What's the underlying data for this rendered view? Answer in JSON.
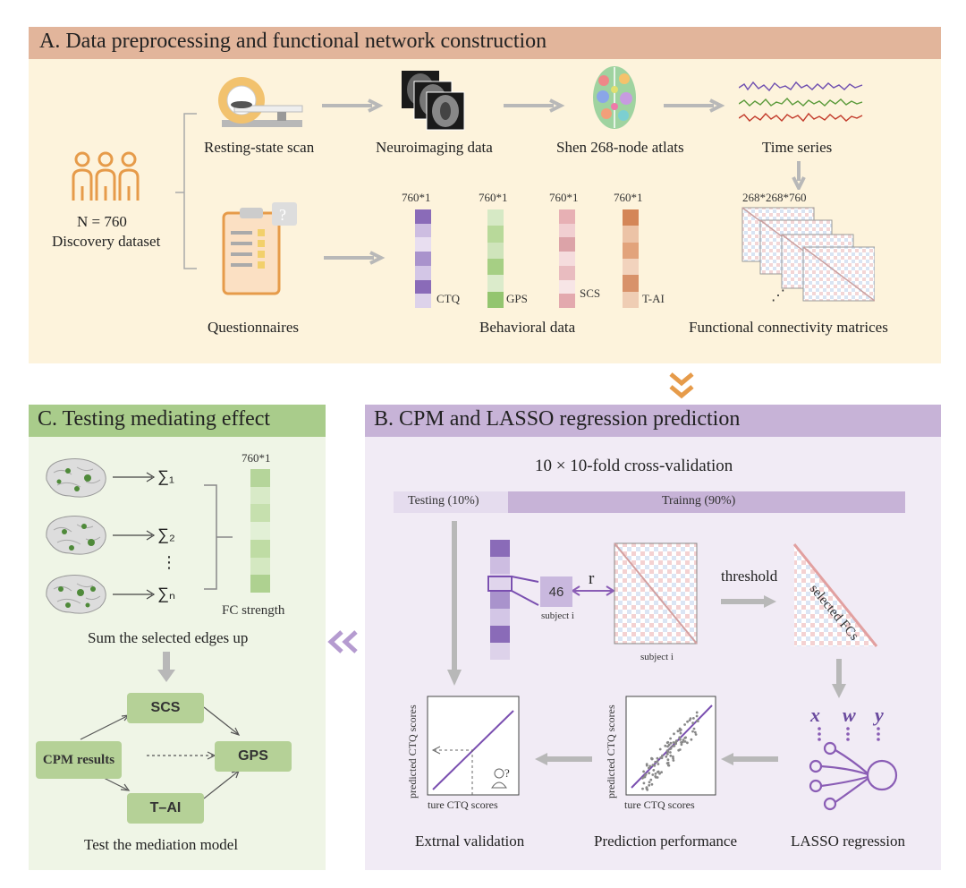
{
  "panelA": {
    "title": "A. Data preprocessing and functional network construction",
    "sample_n": "N = 760",
    "sample_desc": "Discovery dataset",
    "resting_scan": "Resting-state scan",
    "neuroimaging": "Neuroimaging data",
    "atlas": "Shen 268-node atlats",
    "time_series": "Time series",
    "fc_dims": "268*268*760",
    "questionnaires": "Questionnaires",
    "behavioral": "Behavioral data",
    "fc_matrices": "Functional connectivity matrices",
    "vectors": [
      {
        "dims": "760*1",
        "name": "CTQ"
      },
      {
        "dims": "760*1",
        "name": "GPS"
      },
      {
        "dims": "760*1",
        "name": "SCS"
      },
      {
        "dims": "760*1",
        "name": "T-AI"
      }
    ],
    "ellipsis": "⋰"
  },
  "panelB": {
    "title": "B. CPM  and LASSO regression prediction",
    "cv": "10 × 10-fold cross-validation",
    "testing": "Testing (10%)",
    "training": "Trainng (90%)",
    "score_value": "46",
    "subject_label": "subject i",
    "r_label": "r",
    "threshold": "threshold",
    "selected_fcs": "selected FCs",
    "ext_ylabel": "predicted CTQ scores",
    "ext_xlabel": "ture CTQ scores",
    "pred_ylabel": "predicted CTQ scores",
    "pred_xlabel": "ture CTQ scores",
    "lasso_x": "x",
    "lasso_w": "w",
    "lasso_y": "y",
    "unknown_mark": "?",
    "ext_validation": "Extrnal validation",
    "pred_performance": "Prediction performance",
    "lasso": "LASSO regression"
  },
  "panelC": {
    "title": "C. Testing mediating effect",
    "sum_labels": [
      "∑₁",
      "∑₂",
      "∑ₙ"
    ],
    "dots": "⋮",
    "vec_dims": "760*1",
    "fc_strength": "FC strength",
    "sum_edges": "Sum the selected edges up",
    "scs": "SCS",
    "gps": "GPS",
    "tai": "T–AI",
    "cpm": "CPM results",
    "test_mediation": "Test the mediation model"
  },
  "colors": {
    "panelA_header": "#e2b59b",
    "panelA_bg": "#fdf3dc",
    "panelB_header": "#c7b3d7",
    "panelB_bg": "#f1ebf5",
    "panelC_header": "#a9cc8b",
    "panelC_bg": "#eff5e6",
    "purple": "#8a5db5",
    "orange": "#e69b4a"
  }
}
